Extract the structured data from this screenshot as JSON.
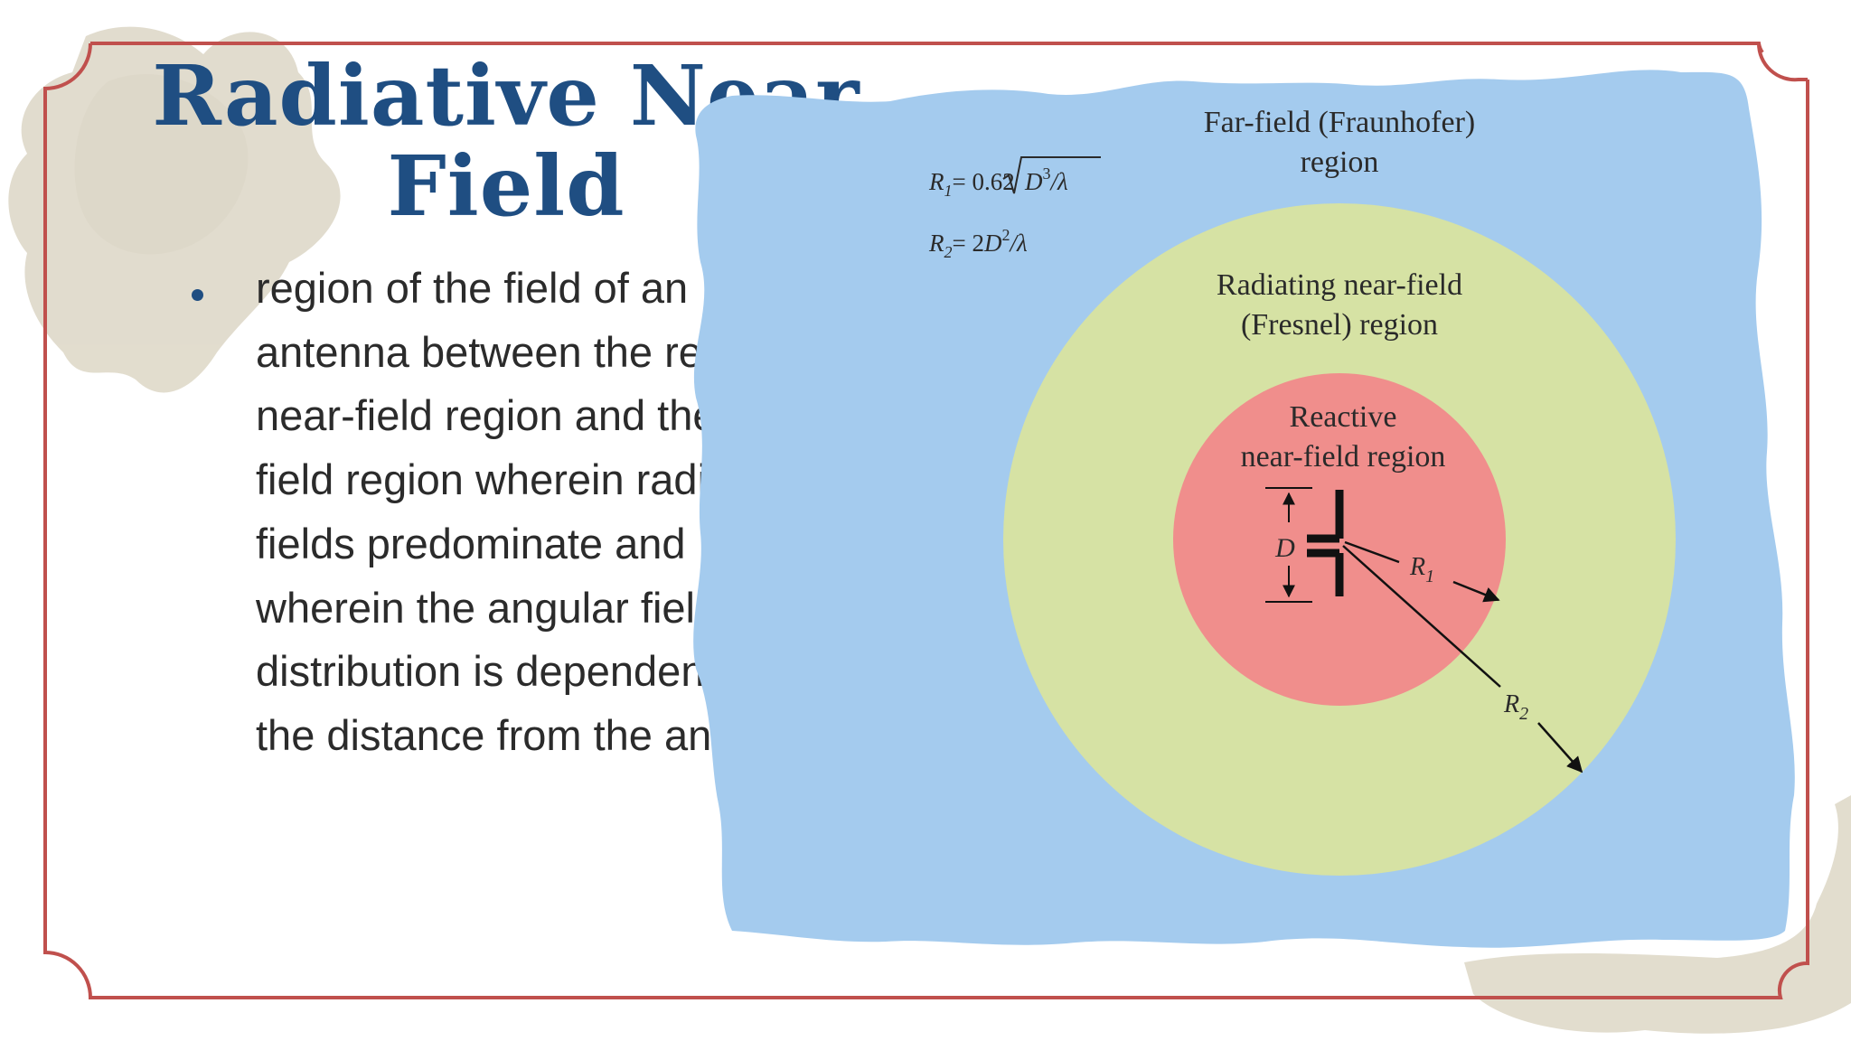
{
  "slide": {
    "title_line1": "Radiative Near",
    "title_line2": "Field",
    "bullet_text": "region of the field of an antenna between the reactive near-field region and the far-field region wherein radiation fields predominate and wherein the angular field distribution is dependent upon the distance from the antenna."
  },
  "diagram": {
    "far_field_label_line1": "Far-field (Fraunhofer)",
    "far_field_label_line2": "region",
    "radiating_label_line1": "Radiating near-field",
    "radiating_label_line2": "(Fresnel) region",
    "reactive_label_line1": "Reactive",
    "reactive_label_line2": "near-field region",
    "dimension_label": "D",
    "r1_label": "R",
    "r1_subscript": "1",
    "r2_label": "R",
    "r2_subscript": "2",
    "formula_r1_lhs": "R",
    "formula_r1_sub": "1",
    "formula_r1_rhs": "= 0.62",
    "formula_r1_radicand": "D",
    "formula_r1_exp": "3",
    "formula_r1_den": "/λ",
    "formula_r2_lhs": "R",
    "formula_r2_sub": "2",
    "formula_r2_rhs": "= 2",
    "formula_r2_d": "D",
    "formula_r2_exp": "2",
    "formula_r2_den": "/λ"
  },
  "colors": {
    "title": "#1f4e82",
    "frame": "#c0504d",
    "far_field": "#a4cbee",
    "fresnel": "#d6e2a4",
    "reactive": "#f08e8c",
    "stain": "#d9d3c2"
  }
}
